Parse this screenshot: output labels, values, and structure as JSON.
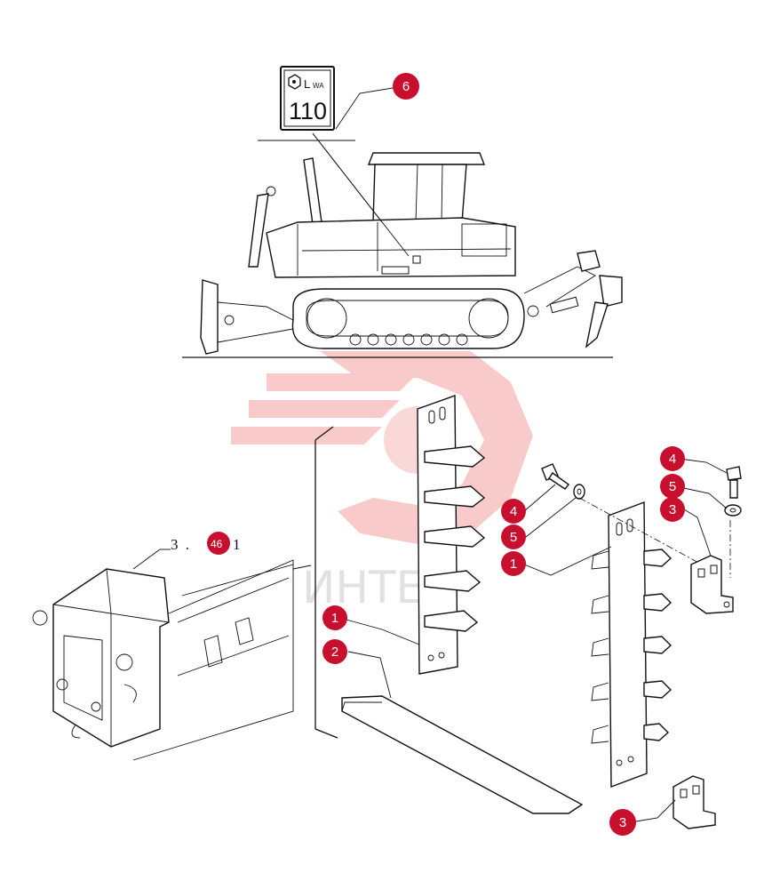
{
  "noise_sign": {
    "label": "L",
    "label_sub": "WA",
    "value": "110"
  },
  "reference_label": {
    "prefix": "3  .  ",
    "badge": "46",
    "suffix": "  1"
  },
  "watermark": {
    "text": "ИНТЕХ",
    "color": "#e23b3b"
  },
  "callouts": [
    {
      "id": "c6",
      "number": "6"
    },
    {
      "id": "c1a",
      "number": "1"
    },
    {
      "id": "c2",
      "number": "2"
    },
    {
      "id": "c4a",
      "number": "4"
    },
    {
      "id": "c5a",
      "number": "5"
    },
    {
      "id": "c1b",
      "number": "1"
    },
    {
      "id": "c4b",
      "number": "4"
    },
    {
      "id": "c5b",
      "number": "5"
    },
    {
      "id": "c3a",
      "number": "3"
    },
    {
      "id": "c3b",
      "number": "3"
    }
  ],
  "colors": {
    "callout": "#c8102e",
    "ink": "#111111"
  }
}
